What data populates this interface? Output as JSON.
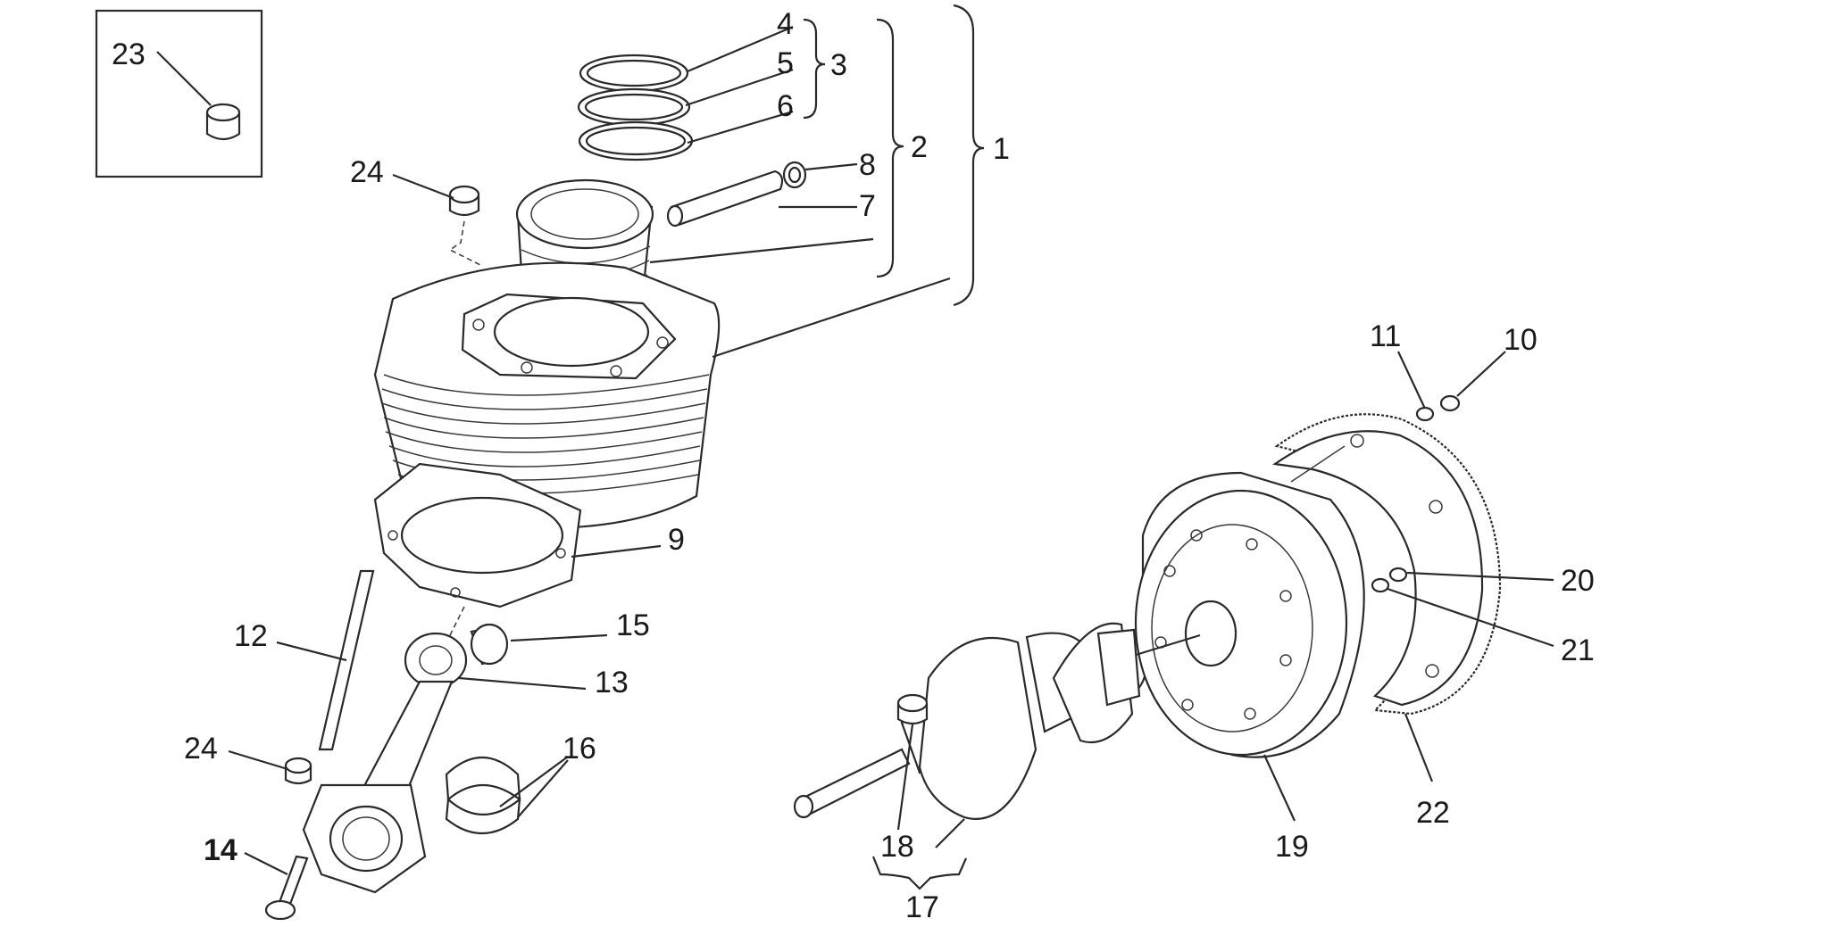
{
  "labels": {
    "l1": "1",
    "l2": "2",
    "l3": "3",
    "l4": "4",
    "l5": "5",
    "l6": "6",
    "l7": "7",
    "l8": "8",
    "l9": "9",
    "l10": "10",
    "l11": "11",
    "l12": "12",
    "l13": "13",
    "l14": "14",
    "l15": "15",
    "l16": "16",
    "l17": "17",
    "l18": "18",
    "l19": "19",
    "l20": "20",
    "l21": "21",
    "l22": "22",
    "l23": "23",
    "l24a": "24",
    "l24b": "24"
  },
  "colors": {
    "line": "#2a2a2a",
    "text": "#1a1a1a",
    "background": "#ffffff"
  }
}
